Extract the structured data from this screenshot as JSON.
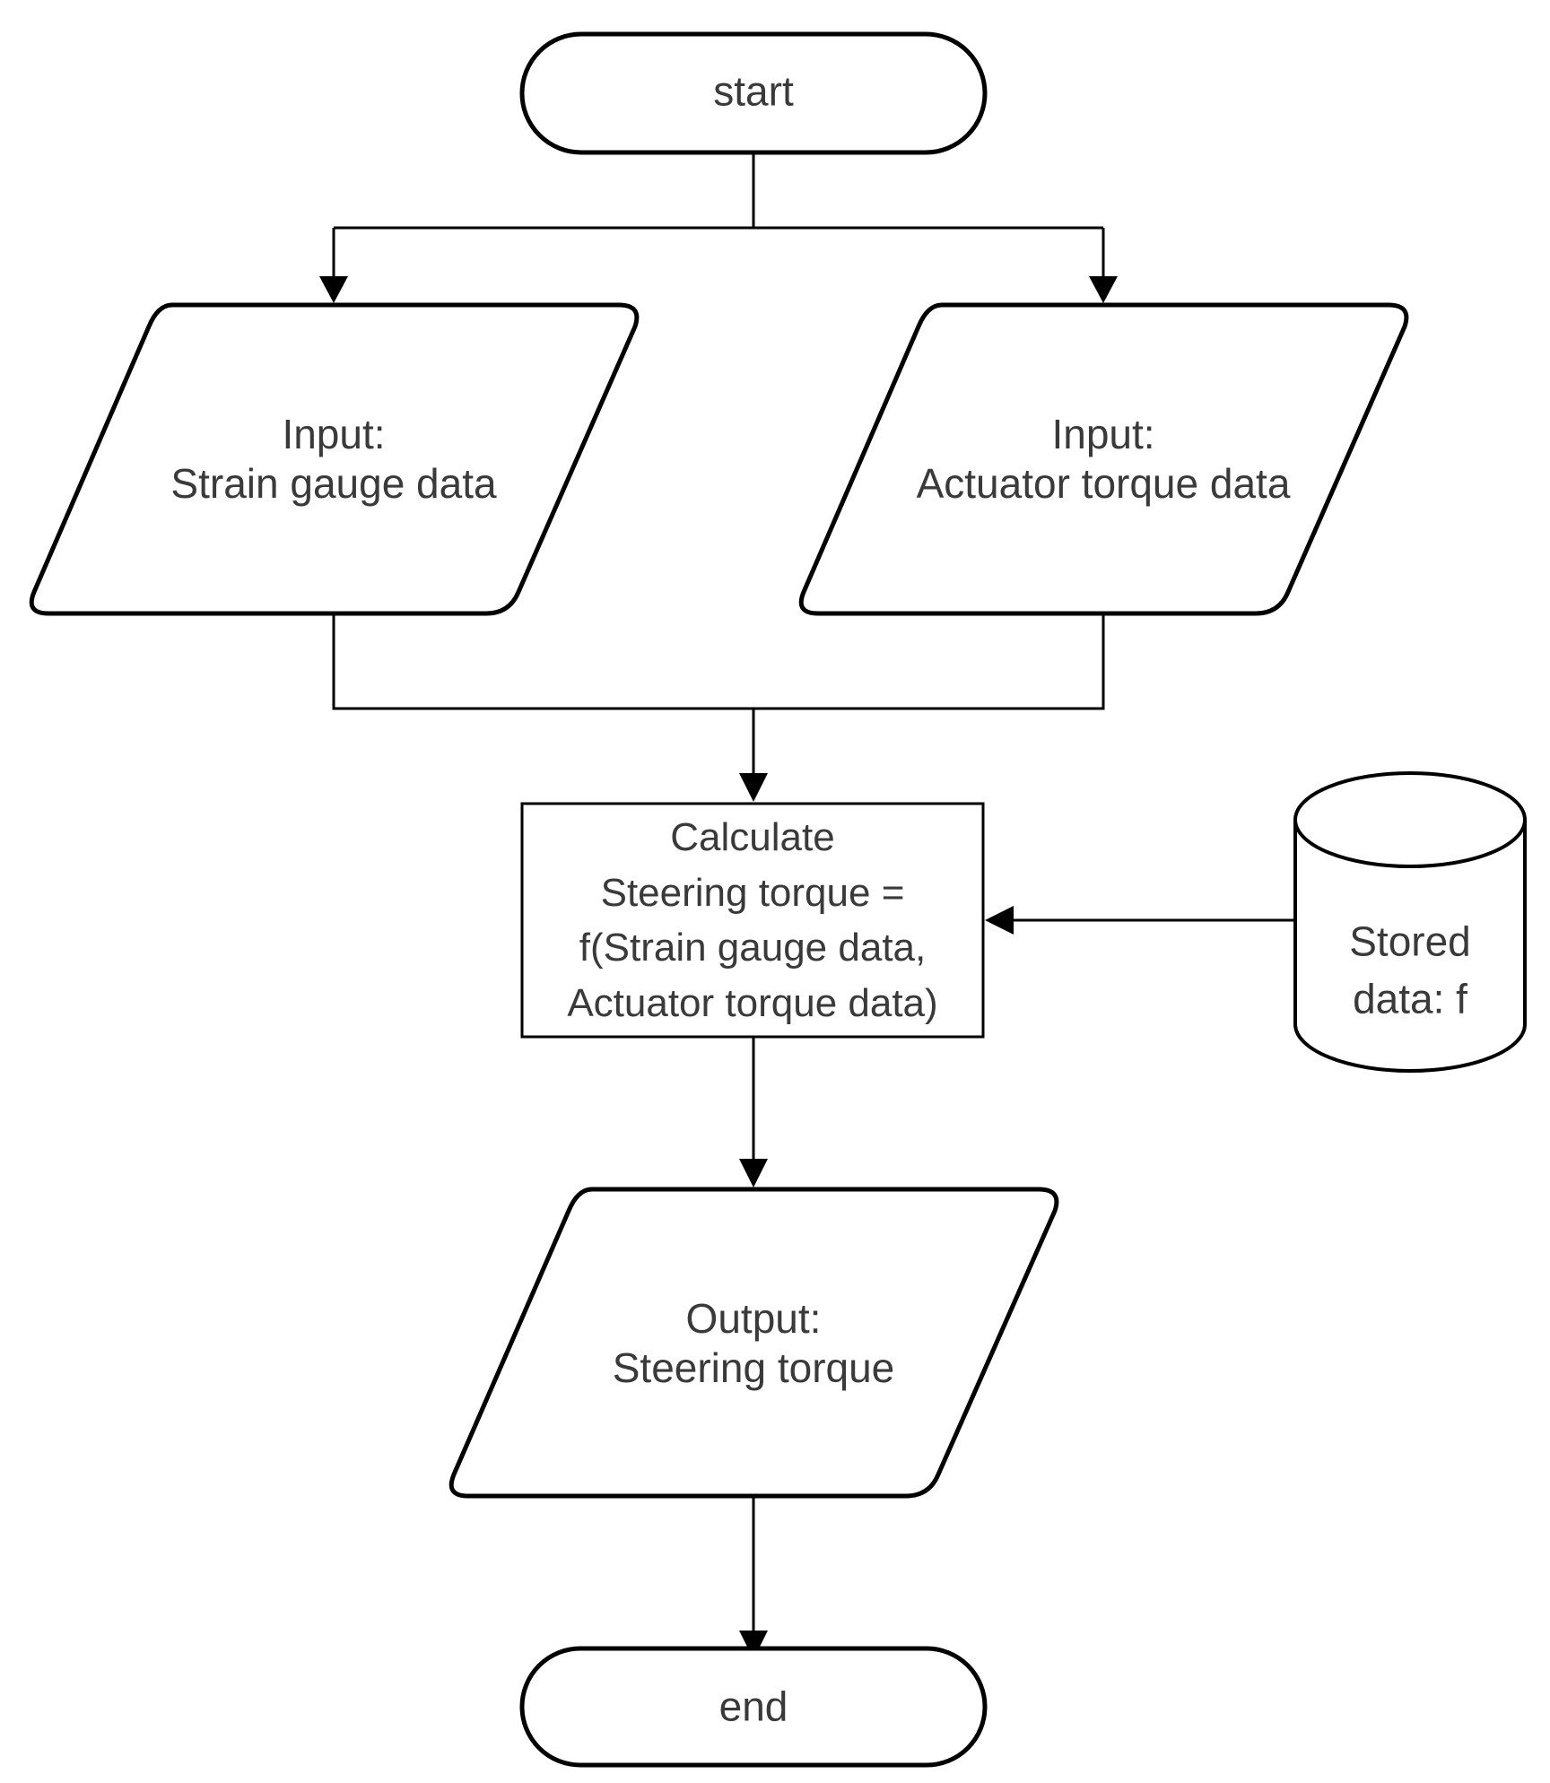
{
  "diagram": {
    "nodes": {
      "start": {
        "lines": [
          "start"
        ]
      },
      "input_strain": {
        "lines": [
          "Input:",
          "Strain gauge data"
        ]
      },
      "input_actuator": {
        "lines": [
          "Input:",
          "Actuator torque data"
        ]
      },
      "calculate": {
        "lines": [
          "Calculate",
          "Steering torque =",
          "f(Strain gauge data,",
          "Actuator torque data)"
        ]
      },
      "stored_data": {
        "lines": [
          "Stored",
          "data: f"
        ]
      },
      "output": {
        "lines": [
          "Output:",
          "Steering torque"
        ]
      },
      "end": {
        "lines": [
          "end"
        ]
      }
    },
    "edges": [
      {
        "from": "start",
        "to": "input_strain"
      },
      {
        "from": "start",
        "to": "input_actuator"
      },
      {
        "from": "input_strain",
        "to": "calculate"
      },
      {
        "from": "input_actuator",
        "to": "calculate"
      },
      {
        "from": "stored_data",
        "to": "calculate"
      },
      {
        "from": "calculate",
        "to": "output"
      },
      {
        "from": "output",
        "to": "end"
      }
    ]
  }
}
